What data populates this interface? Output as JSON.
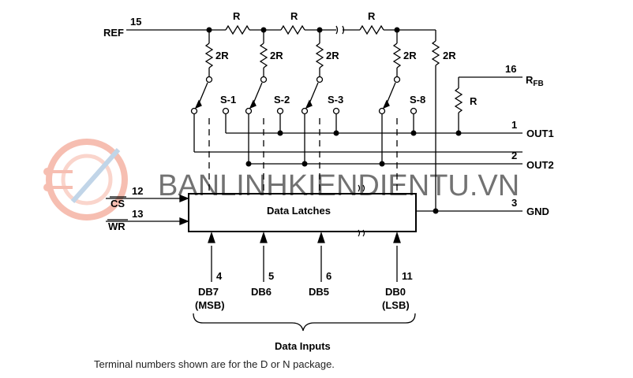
{
  "pins": {
    "ref": {
      "name": "REF",
      "num": "15"
    },
    "rfb": {
      "name": "R",
      "sub": "FB",
      "num": "16"
    },
    "out1": {
      "name": "OUT1",
      "num": "1"
    },
    "out2": {
      "name": "OUT2",
      "num": "2"
    },
    "gnd": {
      "name": "GND",
      "num": "3"
    },
    "cs": {
      "name": "CS",
      "num": "12"
    },
    "wr": {
      "name": "WR",
      "num": "13"
    },
    "db7": {
      "name": "DB7",
      "sub": "(MSB)",
      "num": "4"
    },
    "db6": {
      "name": "DB6",
      "num": "5"
    },
    "db5": {
      "name": "DB5",
      "num": "6"
    },
    "db0": {
      "name": "DB0",
      "sub": "(LSB)",
      "num": "11"
    }
  },
  "resistors": {
    "series": "R",
    "shunt": "2R",
    "feedback": "R"
  },
  "switches": [
    "S-1",
    "S-2",
    "S-3",
    "S-8"
  ],
  "latch_label": "Data Latches",
  "inputs_label": "Data Inputs",
  "watermark": "BANLINHKIENDIENTU.VN",
  "footnote": "Terminal numbers shown are for the D or N package.",
  "colors": {
    "logo": "#f08a72",
    "watermark": "#e9eef4",
    "line": "#000000"
  }
}
